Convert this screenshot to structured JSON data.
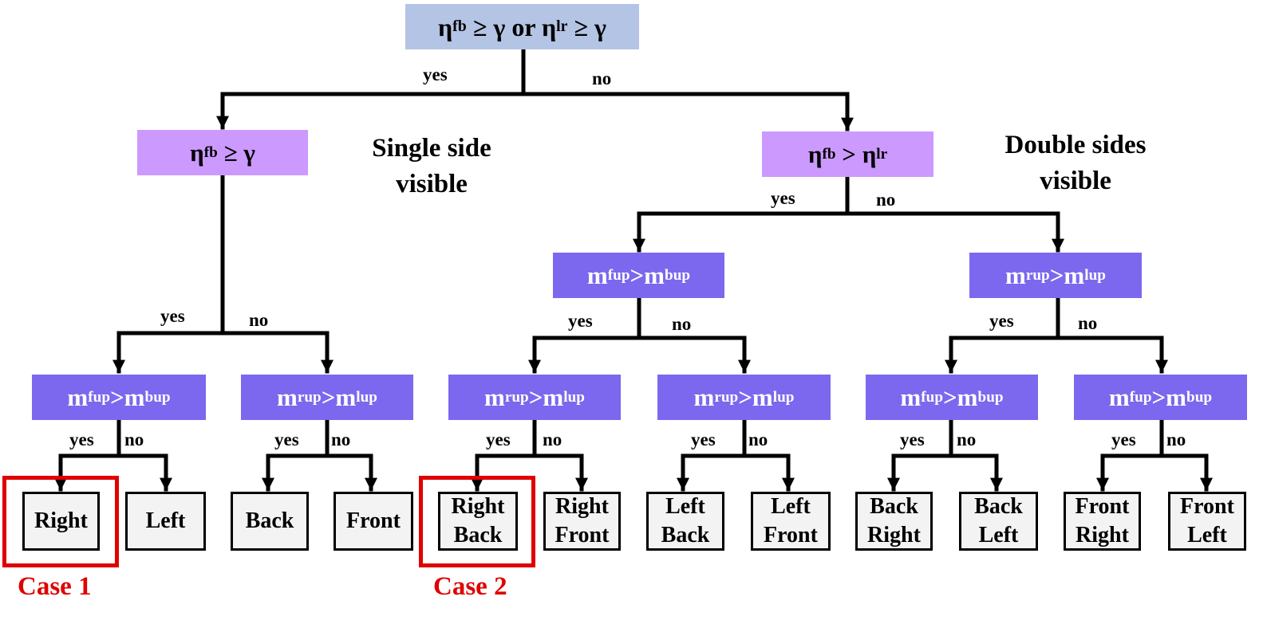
{
  "root": {
    "sym": "η",
    "sub1": "fb",
    "op1": "≥ γ or η",
    "sub2": "lr",
    "op2": "≥ γ"
  },
  "left_branch": {
    "cond": {
      "sym": "η",
      "sub": "fb",
      "op": "≥ γ"
    },
    "note": {
      "line1": "Single side",
      "line2": "visible"
    },
    "split": {
      "fb": {
        "m1": "m",
        "s1": "f",
        "sup1": "up",
        "gt": ">m",
        "s2": "b",
        "sup2": "up"
      },
      "rl": {
        "m1": "m",
        "s1": "r",
        "sup1": "up",
        "gt": ">m",
        "s2": "l",
        "sup2": "up"
      }
    }
  },
  "right_branch": {
    "cond": {
      "sym": "η",
      "sub1": "fb",
      "op": ">",
      "sym2": "η",
      "sub2": "lr"
    },
    "note": {
      "line1": "Double sides",
      "line2": "visible"
    },
    "split_fb": {
      "m1": "m",
      "s1": "f",
      "sup1": "up",
      "gt": ">m",
      "s2": "b",
      "sup2": "up"
    },
    "split_rl": {
      "m1": "m",
      "s1": "r",
      "sup1": "up",
      "gt": ">m",
      "s2": "l",
      "sup2": "up"
    },
    "sub_fb_left": {
      "m1": "m",
      "s1": "r",
      "sup1": "up",
      "gt": ">m",
      "s2": "l",
      "sup2": "up"
    },
    "sub_fb_right": {
      "m1": "m",
      "s1": "r",
      "sup1": "up",
      "gt": ">m",
      "s2": "l",
      "sup2": "up"
    },
    "sub_rl_left": {
      "m1": "m",
      "s1": "f",
      "sup1": "up",
      "gt": ">m",
      "s2": "b",
      "sup2": "up"
    },
    "sub_rl_right": {
      "m1": "m",
      "s1": "f",
      "sup1": "up",
      "gt": ">m",
      "s2": "b",
      "sup2": "up"
    }
  },
  "edge_labels": {
    "yes": "yes",
    "no": "no"
  },
  "leaves": [
    {
      "line1": "Right",
      "line2": ""
    },
    {
      "line1": "Left",
      "line2": ""
    },
    {
      "line1": "Back",
      "line2": ""
    },
    {
      "line1": "Front",
      "line2": ""
    },
    {
      "line1": "Right",
      "line2": "Back"
    },
    {
      "line1": "Right",
      "line2": "Front"
    },
    {
      "line1": "Left",
      "line2": "Back"
    },
    {
      "line1": "Left",
      "line2": "Front"
    },
    {
      "line1": "Back",
      "line2": "Right"
    },
    {
      "line1": "Back",
      "line2": "Left"
    },
    {
      "line1": "Front",
      "line2": "Right"
    },
    {
      "line1": "Front",
      "line2": "Left"
    }
  ],
  "cases": {
    "case1": "Case 1",
    "case2": "Case 2"
  },
  "colors": {
    "root_fill": "#b4c4e4",
    "level1_fill": "#cc99ff",
    "decision_fill": "#7b68ee",
    "leaf_fill": "#f3f3f3",
    "case_highlight": "#e00000"
  }
}
